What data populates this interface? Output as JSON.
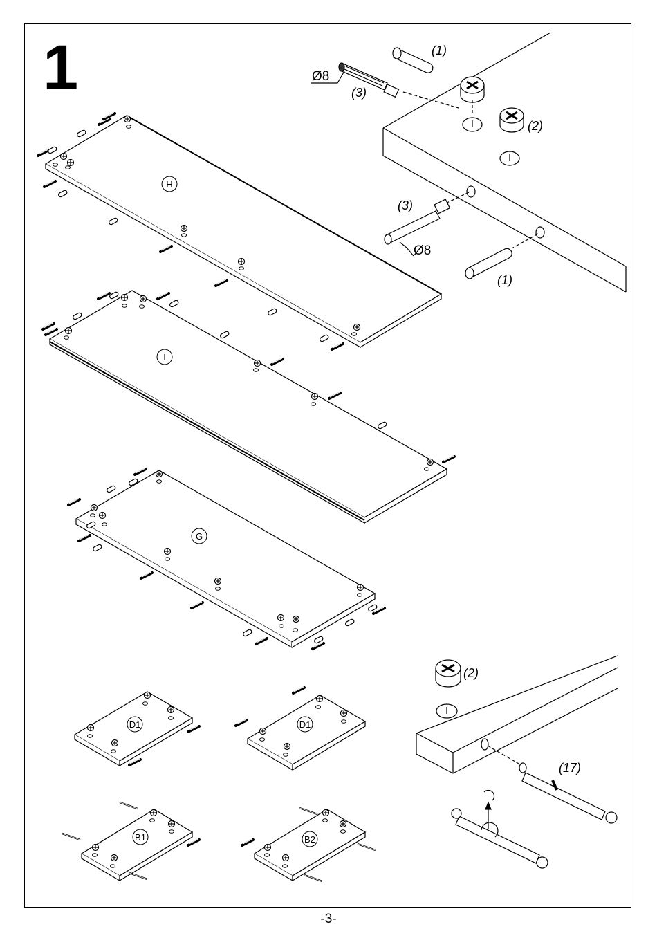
{
  "step_number": "1",
  "page_number": "-3-",
  "hardware_labels": {
    "cam_dowel": "(1)",
    "cam_lock": "(2)",
    "cam_bolt": "(3)",
    "shelf_pin": "(17)",
    "diameter": "Ø8"
  },
  "panels": {
    "h": "H",
    "i": "I",
    "g": "G",
    "d1_left": "D1",
    "d1_right": "D1",
    "b1": "B1",
    "b2": "B2"
  }
}
